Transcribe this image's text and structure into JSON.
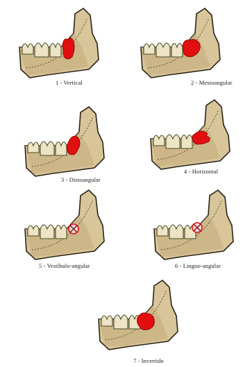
{
  "colors": {
    "bone": "#d9c59a",
    "bone_shade": "#bfa673",
    "outline": "#2a2418",
    "tooth": "#ece4c4",
    "tooth_line": "#4b4a2a",
    "impacted": "#e10f0f",
    "nerve": "#5a5648"
  },
  "icons": {
    "mandible": "mandible-illustration",
    "impacted_tooth": "impacted-molar-red",
    "buccal_marker": "crossed-circle-tooth"
  },
  "classifications": [
    {
      "id": "vertical",
      "caption": "1 - Vertical"
    },
    {
      "id": "mesioangular",
      "caption": "2 - Mesioangular"
    },
    {
      "id": "distoangular",
      "caption": "3 - Distoangular"
    },
    {
      "id": "horizontal",
      "caption": "4 - Horizontal"
    },
    {
      "id": "vestibulo-angular",
      "caption": "5 - Vestíbulo-angular"
    },
    {
      "id": "linguo-angular",
      "caption": "6 - Linguo-angular"
    },
    {
      "id": "invertido",
      "caption": "7 - Invertido"
    }
  ]
}
